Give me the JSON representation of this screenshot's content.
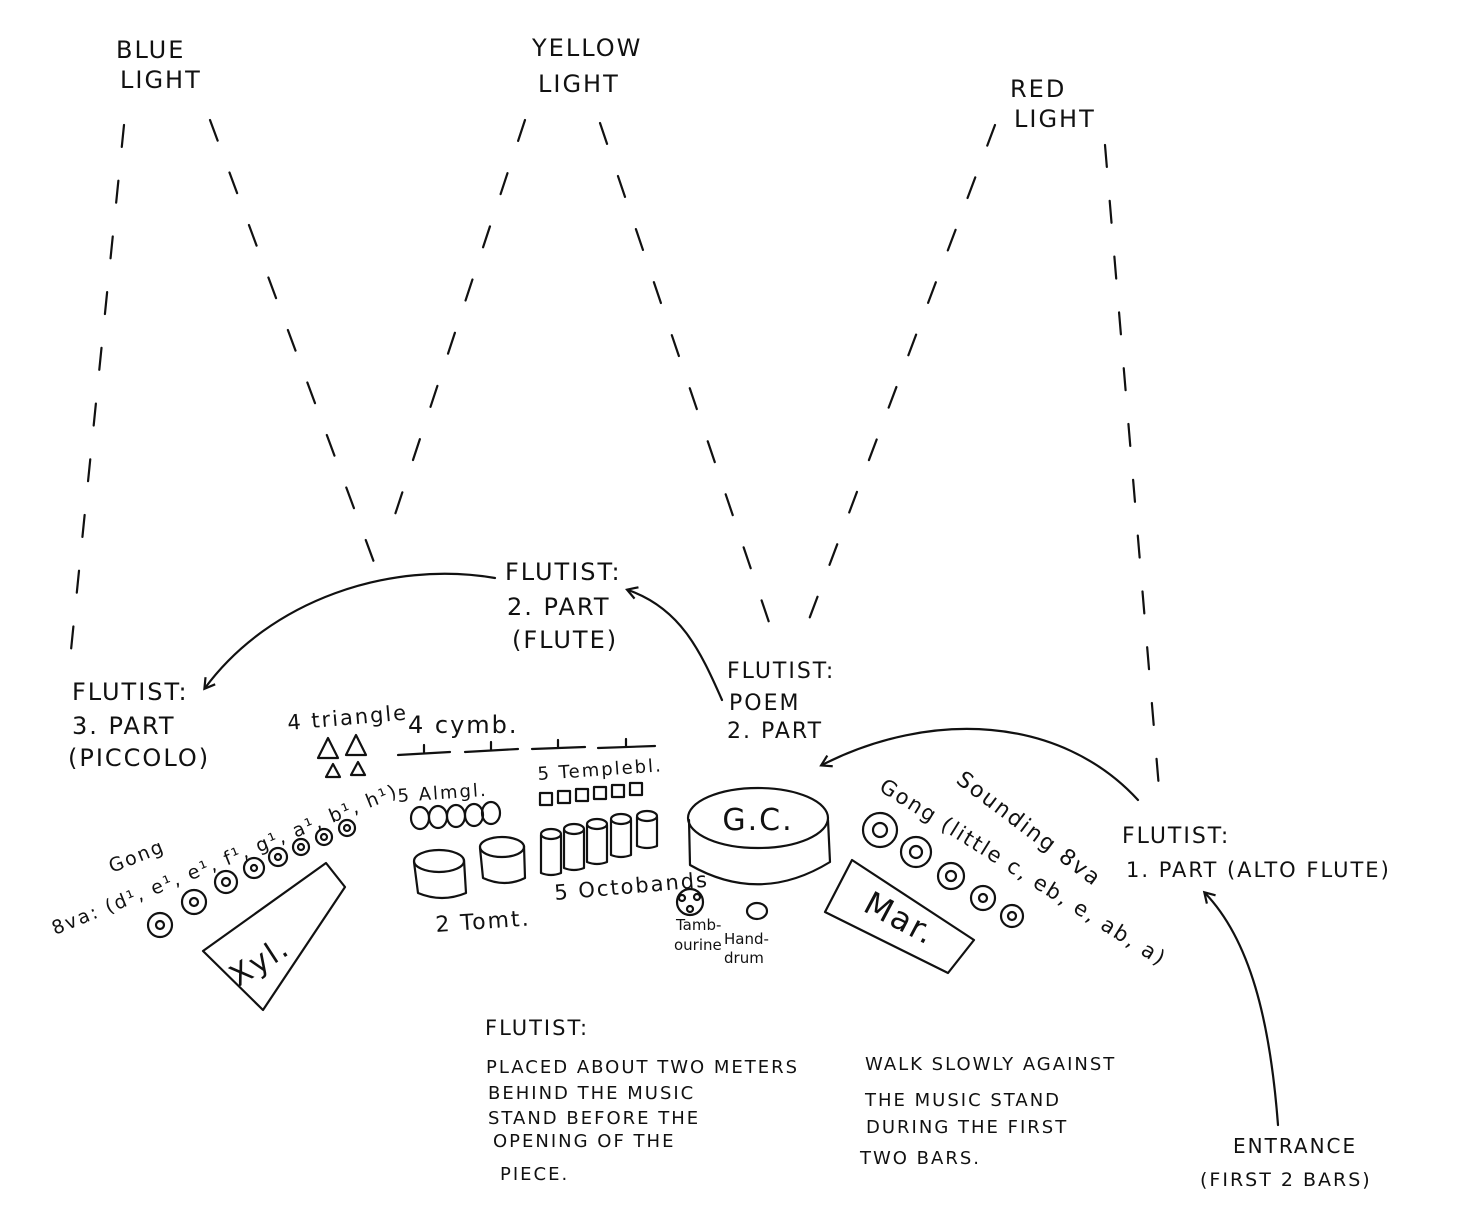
{
  "lights": {
    "blue": [
      "BLUE",
      "LIGHT"
    ],
    "yellow": [
      "YELLOW",
      "LIGHT"
    ],
    "red": [
      "RED",
      "LIGHT"
    ]
  },
  "flutists": {
    "part3": [
      "FLUTIST:",
      "3. PART",
      "(PICCOLO)"
    ],
    "part2": [
      "FLUTIST:",
      "2. PART",
      "(FLUTE)"
    ],
    "poem": [
      "FLUTIST:",
      "POEM",
      "2. PART"
    ],
    "part1": [
      "FLUTIST:",
      "1. PART (ALTO FLUTE)"
    ]
  },
  "instruments": {
    "triangle": "4 triangle",
    "cymbals": "4 cymb.",
    "almgl": "5 Almgl.",
    "templebl": "5 Templebl.",
    "tomt": "2 Tomt.",
    "octobands": "5 Octobands",
    "gc": "G.C.",
    "tambourine": [
      "Tamb-",
      "ourine"
    ],
    "handdrum": [
      "Hand-",
      "drum"
    ],
    "xyl": "Xyl.",
    "mar": "Mar.",
    "gong_left_label": "Gong",
    "gong_left_pitches": "8va: (d¹, e¹, e¹, f¹, g¹, a¹, b¹, h¹)",
    "gong_right_label": "Gong (little c, eb, e, ab, a)",
    "gong_right_sounding": "Sounding 8va"
  },
  "notes": {
    "heading": "FLUTIST:",
    "left": [
      "PLACED ABOUT TWO METERS",
      "BEHIND THE MUSIC",
      "STAND BEFORE THE",
      "OPENING OF THE",
      "PIECE."
    ],
    "right": [
      "WALK SLOWLY AGAINST",
      "THE MUSIC STAND",
      "DURING THE FIRST",
      "TWO BARS."
    ]
  },
  "entrance": [
    "ENTRANCE",
    "(FIRST 2 BARS)"
  ]
}
